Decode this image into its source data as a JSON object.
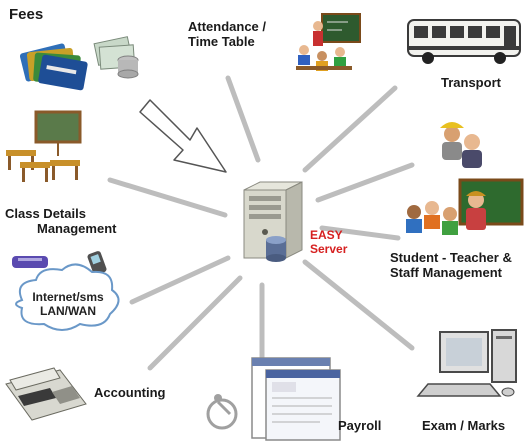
{
  "center": {
    "line1": "EASY",
    "line2": "Server",
    "icon": "server-tower-icon",
    "label_color": "#d62020"
  },
  "nodes": {
    "fees": {
      "line1": "Fees",
      "icon": "credit-cards-icon"
    },
    "attendance": {
      "line1": "Attendance /",
      "line2": "Time Table",
      "icon": "classroom-teacher-icon"
    },
    "transport": {
      "line1": "Transport",
      "icon": "school-bus-icon"
    },
    "class_details": {
      "line1": "Class Details",
      "line2": "Management",
      "icon": "classroom-desks-icon"
    },
    "staff": {
      "line1": "Student - Teacher &",
      "line2": "Staff Management",
      "icon": "people-teacher-icon"
    },
    "network": {
      "line1": "Internet/sms",
      "line2": "LAN/WAN",
      "icon": "cloud-network-icon"
    },
    "accounting": {
      "line1": "Accounting",
      "icon": "calculator-icon"
    },
    "payroll": {
      "line1": "Payroll",
      "icon": "hr-document-icon"
    },
    "exam": {
      "line1": "Exam / Marks",
      "icon": "desktop-computer-icon"
    }
  },
  "colors": {
    "connector": "#bdbdbd",
    "arrow_outline": "#555555"
  }
}
